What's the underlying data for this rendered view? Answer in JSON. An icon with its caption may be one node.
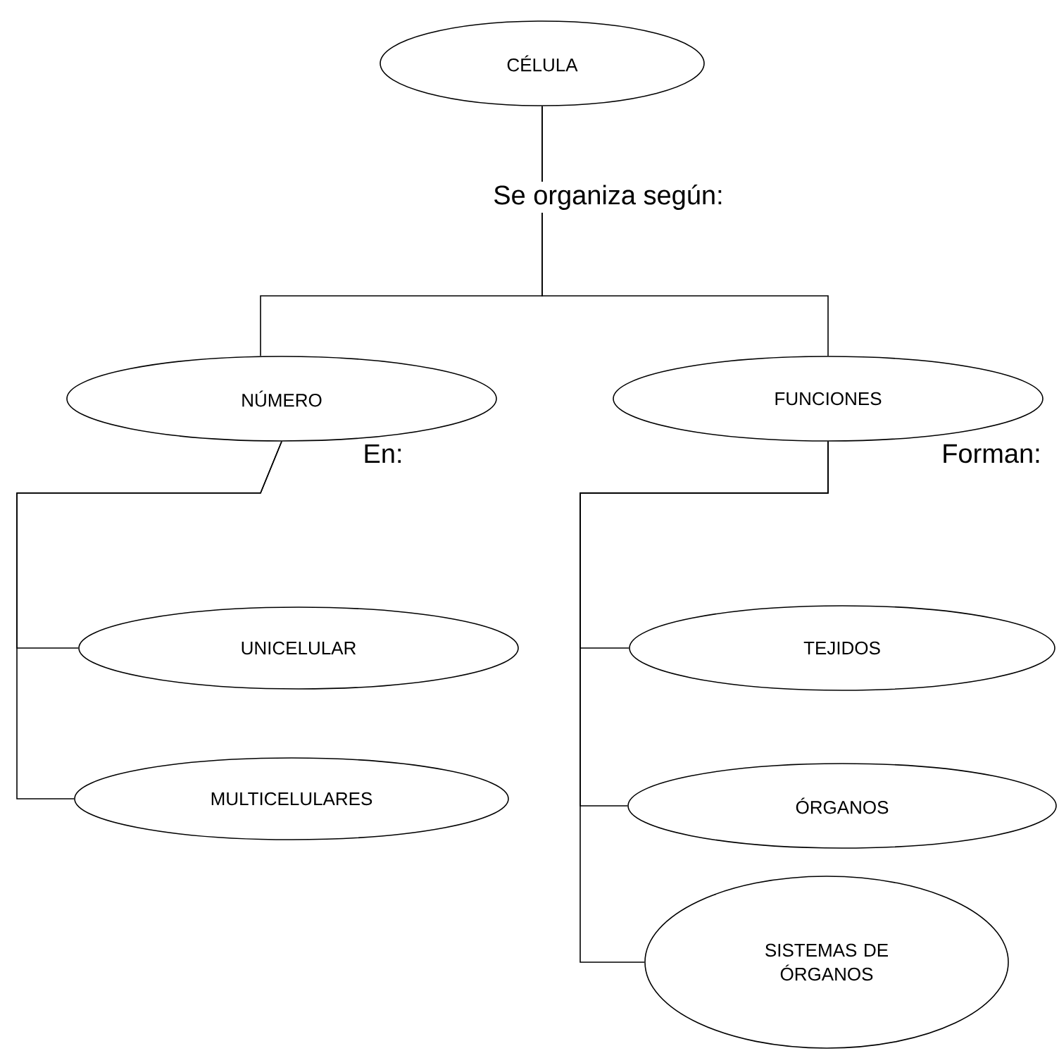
{
  "diagram": {
    "nodes": [
      {
        "text": [
          "CÉLULA"
        ]
      },
      {
        "text": [
          "NÚMERO"
        ]
      },
      {
        "text": [
          "FUNCIONES"
        ]
      },
      {
        "text": [
          "UNICELULAR"
        ]
      },
      {
        "text": [
          "MULTICELULARES"
        ]
      },
      {
        "text": [
          "TEJIDOS"
        ]
      },
      {
        "text": [
          "ÓRGANOS"
        ]
      },
      {
        "text": [
          "SISTEMAS DE ÓRGANOS"
        ]
      }
    ],
    "edges": [
      {
        "from": 0,
        "to": 1,
        "arrow": "none",
        "label": "Se organiza según:"
      },
      {
        "from": 0,
        "to": 2,
        "arrow": "none"
      },
      {
        "from": 1,
        "to": 3,
        "arrow": "none",
        "label": "En:"
      },
      {
        "from": 1,
        "to": 4,
        "arrow": "none"
      },
      {
        "from": 2,
        "to": 5,
        "arrow": "none",
        "label": "Forman:"
      },
      {
        "from": 2,
        "to": 6,
        "arrow": "none"
      },
      {
        "from": 2,
        "to": 7,
        "arrow": "none"
      }
    ]
  }
}
